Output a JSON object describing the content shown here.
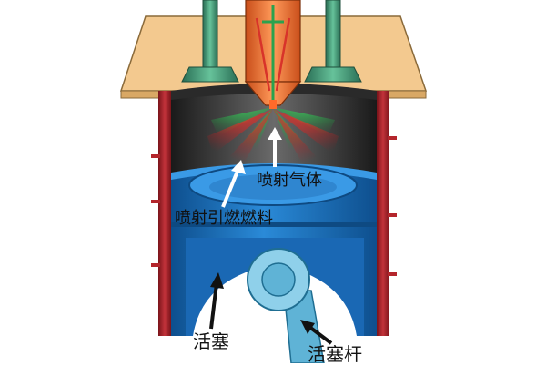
{
  "diagram": {
    "labels": {
      "injected_gas": "喷射气体",
      "injected_pilot_fuel": "喷射引燃燃料",
      "piston": "活塞",
      "connecting_rod": "活塞杆"
    },
    "colors": {
      "cylinder_head": "#f3c98f",
      "cylinder_wall": "#b4262c",
      "combustion_chamber": "#3a3a3a",
      "piston": "#1f78c8",
      "piston_dark": "#0f5596",
      "injector": "#f07a3a",
      "valve": "#3f9a78",
      "gas_spray": "#2aa24e",
      "fuel_spray": "#e0322a",
      "connecting_rod": "#5fb3d6",
      "arrow_white": "#ffffff",
      "arrow_black": "#111111"
    },
    "parts": [
      "cylinder-head",
      "intake-valve",
      "exhaust-valve",
      "fuel-injector",
      "cylinder-wall",
      "piston",
      "piston-bowl",
      "piston-pin",
      "connecting-rod"
    ]
  }
}
